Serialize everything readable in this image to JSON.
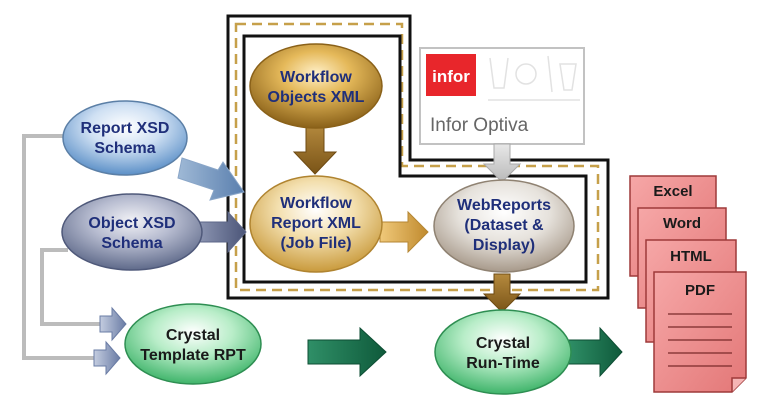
{
  "nodes": {
    "report_xsd": {
      "line1": "Report XSD",
      "line2": "Schema"
    },
    "object_xsd": {
      "line1": "Object XSD",
      "line2": "Schema"
    },
    "workflow_objects": {
      "line1": "Workflow",
      "line2": "Objects XML"
    },
    "workflow_report": {
      "line1": "Workflow",
      "line2": "Report XML",
      "line3": "(Job File)"
    },
    "webreports": {
      "line1": "WebReports",
      "line2": "(Dataset &",
      "line3": "Display)"
    },
    "crystal_template": {
      "line1": "Crystal",
      "line2": "Template RPT"
    },
    "crystal_runtime": {
      "line1": "Crystal",
      "line2": "Run-Time"
    }
  },
  "infor": {
    "logo_text": "infor",
    "product_name": "Infor Optiva",
    "logo_color": "#e8262b"
  },
  "documents": [
    "Excel",
    "Word",
    "HTML",
    "PDF"
  ],
  "colors": {
    "blue_oval": "#5b8fc7",
    "slate_oval": "#5f6a8a",
    "gold_oval": "#c99a3c",
    "green_oval": "#3fb46a",
    "text_navy": "#1f2f7a",
    "text_dark": "#1a1a1a",
    "doc_pink": "#f08a8a",
    "arrow_teal": "#1e6e4e"
  }
}
